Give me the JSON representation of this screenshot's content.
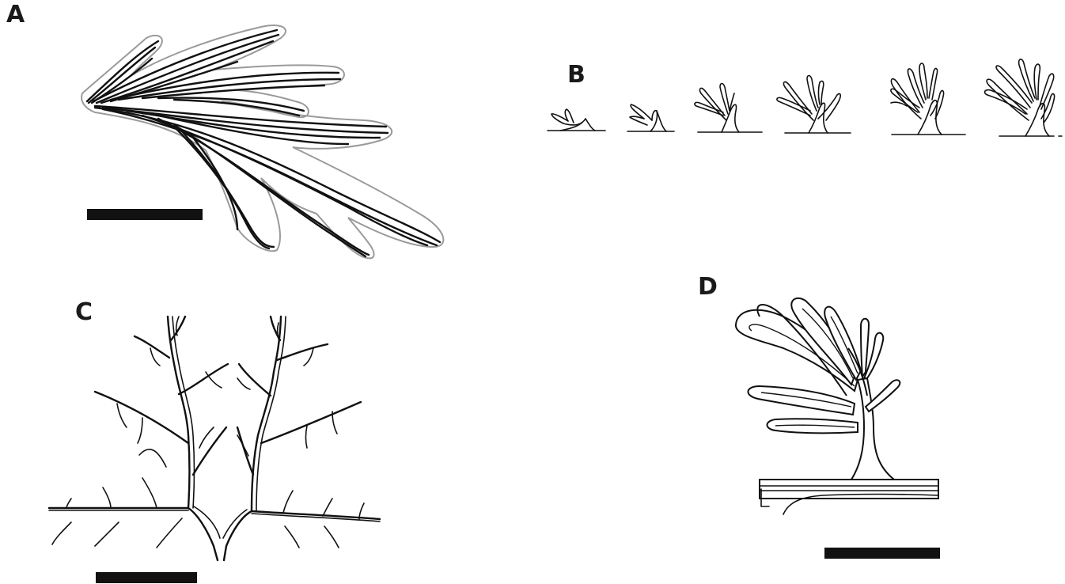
{
  "panels": {
    "a": {
      "label": "A"
    },
    "b": {
      "label": "B"
    },
    "c": {
      "label": "C"
    },
    "d": {
      "label": "D"
    }
  }
}
